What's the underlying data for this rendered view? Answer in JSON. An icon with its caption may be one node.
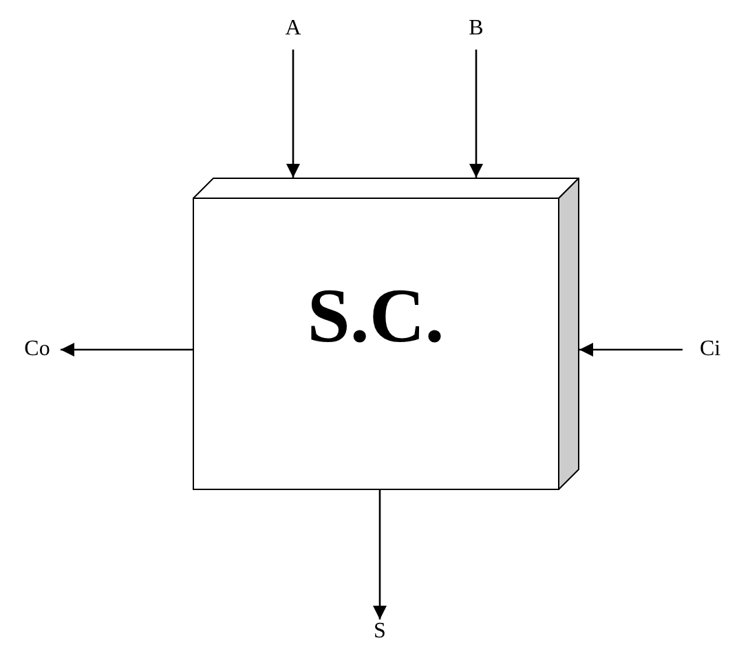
{
  "diagram": {
    "nodes": [
      {
        "text": [
          "S.C."
        ]
      },
      {
        "text": [
          "A"
        ]
      },
      {
        "text": [
          "B"
        ]
      },
      {
        "text": [
          "Co"
        ]
      },
      {
        "text": [
          "Ci"
        ]
      },
      {
        "text": [
          "S"
        ]
      }
    ],
    "edges": [
      {
        "from": 1,
        "to": 0,
        "arrow": "to"
      },
      {
        "from": 2,
        "to": 0,
        "arrow": "to"
      },
      {
        "from": 0,
        "to": 3,
        "arrow": "to"
      },
      {
        "from": 4,
        "to": 0,
        "arrow": "to"
      },
      {
        "from": 0,
        "to": 5,
        "arrow": "to"
      }
    ]
  }
}
